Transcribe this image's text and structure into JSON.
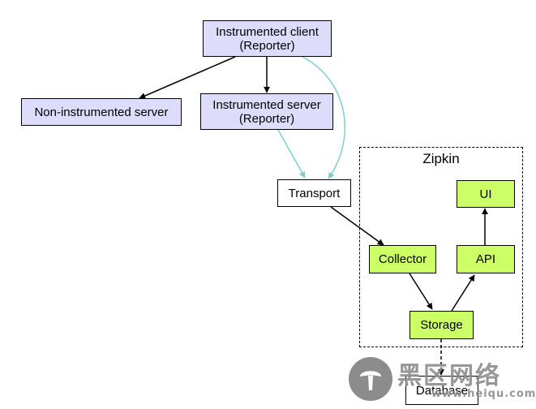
{
  "diagram": {
    "cluster_label": "Zipkin",
    "nodes": {
      "instrumented_client": "Instrumented client\n(Reporter)",
      "non_instrumented_server": "Non-instrumented server",
      "instrumented_server": "Instrumented server\n(Reporter)",
      "transport": "Transport",
      "collector": "Collector",
      "api": "API",
      "ui": "UI",
      "storage": "Storage",
      "database": "Database"
    }
  },
  "colors": {
    "reporter_fill": "#ddddfb",
    "zipkin_fill": "#ccff66",
    "teal_edge": "#7fcdcd",
    "edge": "#000000"
  },
  "watermark": {
    "site_name": "黑区网络",
    "site_url": "www.heiqu.com"
  }
}
